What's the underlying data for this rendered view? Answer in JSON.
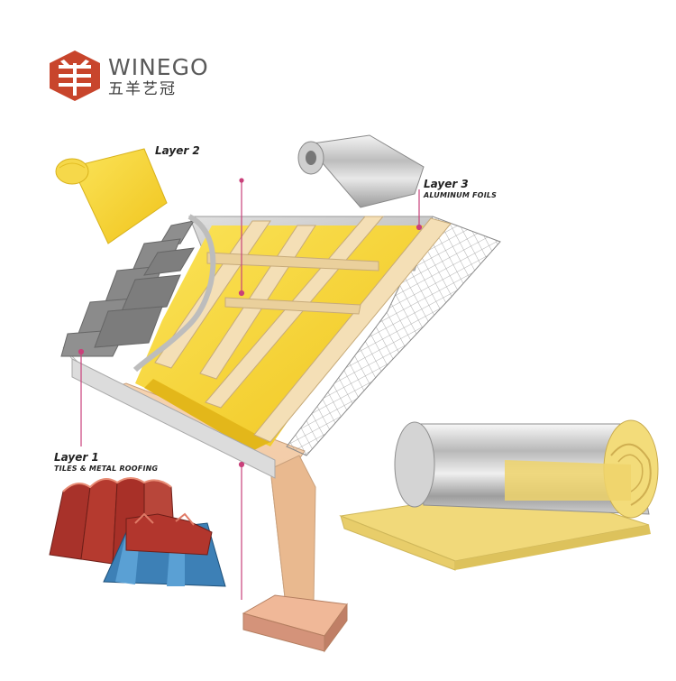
{
  "brand": {
    "name": "WINEGO",
    "chinese_name": "五羊艺冠",
    "logo_color": "#c8452c"
  },
  "labels": {
    "layer1": {
      "title": "Layer 1",
      "subtitle": "TILES & METAL ROOFING"
    },
    "layer2": {
      "title": "Layer 2"
    },
    "layer3": {
      "title": "Layer 3",
      "subtitle": "ALUMINUM FOILS"
    }
  },
  "colors": {
    "glass_wool": "#f6d42c",
    "rafter_wood": "#f2dcb0",
    "wall": "#f1c9a4",
    "foil": "#c9c9c9",
    "slate_tile": "#8e8e8e",
    "pointer": "#c9407a",
    "red_tile": "#b0362a",
    "blue_sheet": "#3c7fb5"
  }
}
